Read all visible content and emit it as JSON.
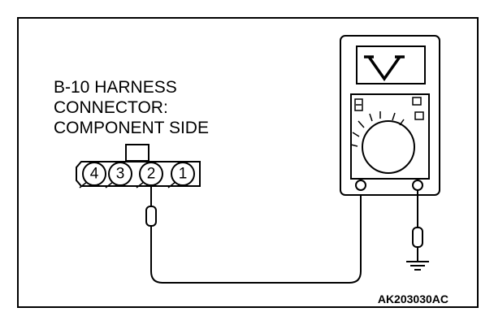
{
  "connector_label": {
    "line1": "B-10 HARNESS",
    "line2": "CONNECTOR:",
    "line3": "COMPONENT SIDE"
  },
  "connector": {
    "pins": [
      "4",
      "3",
      "2",
      "1"
    ]
  },
  "figure_code": "AK203030AC"
}
